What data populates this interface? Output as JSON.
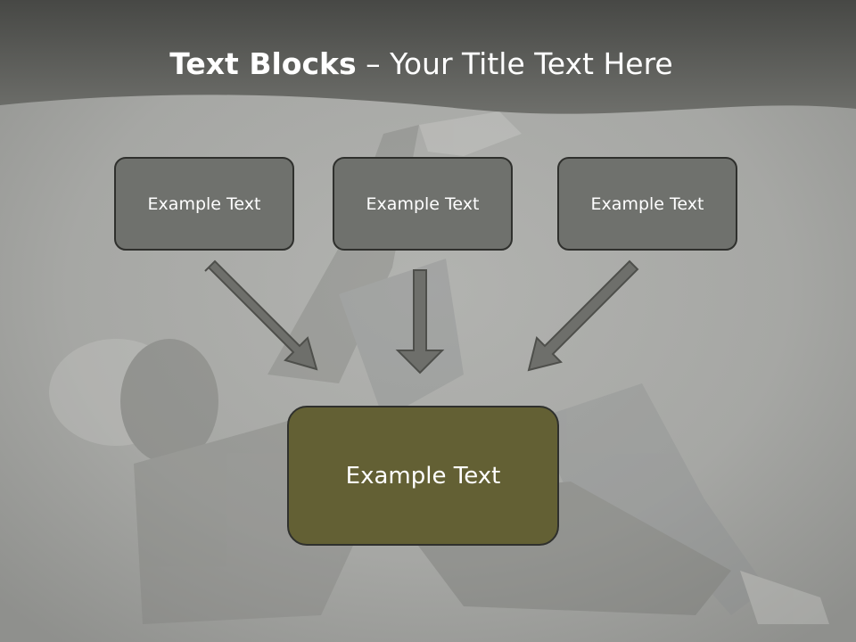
{
  "slide": {
    "title_bold": "Text Blocks",
    "title_rest": " – Your Title Text Here",
    "top_boxes": [
      {
        "label": "Example Text"
      },
      {
        "label": "Example Text"
      },
      {
        "label": "Example Text"
      }
    ],
    "main_box": {
      "label": "Example Text"
    }
  },
  "colors": {
    "header_band": "#4f504d",
    "top_box_fill": "#6f716d",
    "main_box_fill": "#636034",
    "arrow_fill": "#6e6f6b",
    "background": "#a9aaa7"
  }
}
